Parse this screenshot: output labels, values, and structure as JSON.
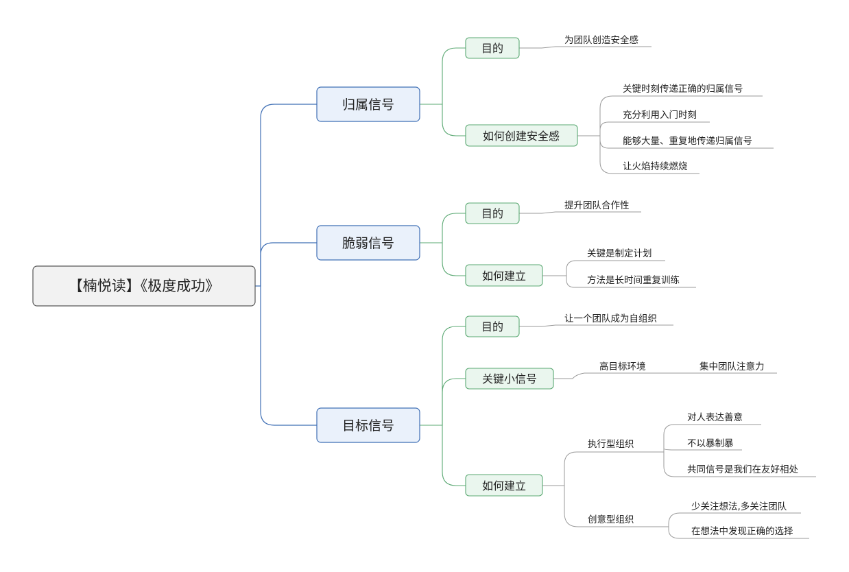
{
  "root": {
    "label": "【楠悦读】《极度成功》"
  },
  "branches": [
    {
      "label": "归属信号",
      "children": [
        {
          "label": "目的",
          "leaves": [
            "为团队创造安全感"
          ]
        },
        {
          "label": "如何创建安全感",
          "leaves": [
            "关键时刻传递正确的归属信号",
            "充分利用入门时刻",
            "能够大量、重复地传递归属信号",
            "让火焰持续燃烧"
          ]
        }
      ]
    },
    {
      "label": "脆弱信号",
      "children": [
        {
          "label": "目的",
          "leaves": [
            "提升团队合作性"
          ]
        },
        {
          "label": "如何建立",
          "leaves": [
            "关键是制定计划",
            "方法是长时间重复训练"
          ]
        }
      ]
    },
    {
      "label": "目标信号",
      "children": [
        {
          "label": "目的",
          "leaves": [
            "让一个团队成为自组织"
          ]
        },
        {
          "label": "关键小信号",
          "sub": [
            {
              "label": "高目标环境",
              "leaves": [
                "集中团队注意力"
              ]
            }
          ]
        },
        {
          "label": "如何建立",
          "sub": [
            {
              "label": "执行型组织",
              "leaves": [
                "对人表达善意",
                "不以暴制暴",
                "共同信号是我们在友好相处"
              ]
            },
            {
              "label": "创意型组织",
              "leaves": [
                "少关注想法,多关注团队",
                "在想法中发现正确的选择"
              ]
            }
          ]
        }
      ]
    }
  ],
  "colors": {
    "branch_line": "#3f6fb5",
    "child_line": "#5aa872",
    "leaf_line": "#9a9a9a",
    "branch_fill": "#eaf1fb",
    "child_fill": "#eaf6ee",
    "root_fill": "#f2f2f2"
  }
}
